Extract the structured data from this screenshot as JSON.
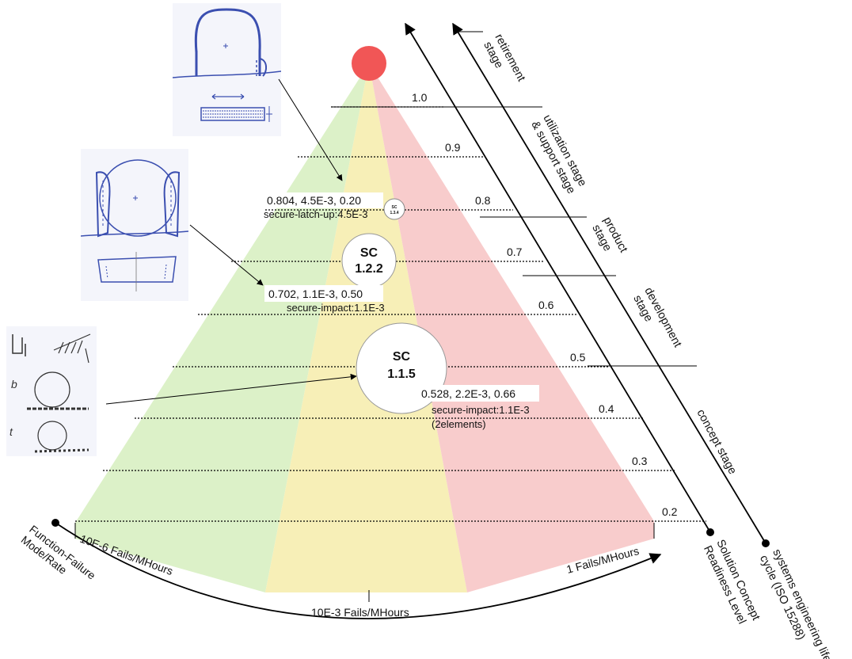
{
  "diagram": {
    "regions": [
      {
        "name": "low-failure-region",
        "color": "#dcf1c8"
      },
      {
        "name": "mid-failure-region",
        "color": "#f7efb7"
      },
      {
        "name": "high-failure-region",
        "color": "#f8cccc"
      }
    ],
    "apex_color": "#f15656",
    "readiness_levels": [
      "1.0",
      "0.9",
      "0.8",
      "0.7",
      "0.6",
      "0.5",
      "0.4",
      "0.3",
      "0.2"
    ],
    "failure_rate_labels": {
      "low": "10E-6 Fails/MHours",
      "mid": "10E-3 Fails/MHours",
      "high": "1 Fails/MHours"
    },
    "axis_function_failure": "Function-Failure Mode/Rate",
    "axis_readiness": [
      "Solution Concept",
      "Readiness Level"
    ],
    "axis_lifecycle": [
      "systems engineering life",
      "cycle (ISO 15288)"
    ],
    "lifecycle_stages": {
      "retirement": [
        "retirement",
        "stage"
      ],
      "utilization": [
        "utilization stage",
        "& support stage"
      ],
      "product": [
        "product",
        "stage"
      ],
      "development": [
        "development",
        "stage"
      ],
      "concept": "concept stage"
    },
    "solution_concepts": {
      "sc134": {
        "id_line1": "SC",
        "id_line2": "1.3.4",
        "metrics": "0.804, 4.5E-3, 0.20",
        "note": "secure-latch-up:4.5E-3"
      },
      "sc122": {
        "id_line1": "SC",
        "id_line2": "1.2.2",
        "metrics": "0.702, 1.1E-3, 0.50",
        "note": "secure-impact:1.1E-3"
      },
      "sc115": {
        "id_line1": "SC",
        "id_line2": "1.1.5",
        "metrics": "0.528, 2.2E-3, 0.66",
        "note": "secure-impact:1.1E-3",
        "note2": "(2elements)"
      }
    }
  }
}
